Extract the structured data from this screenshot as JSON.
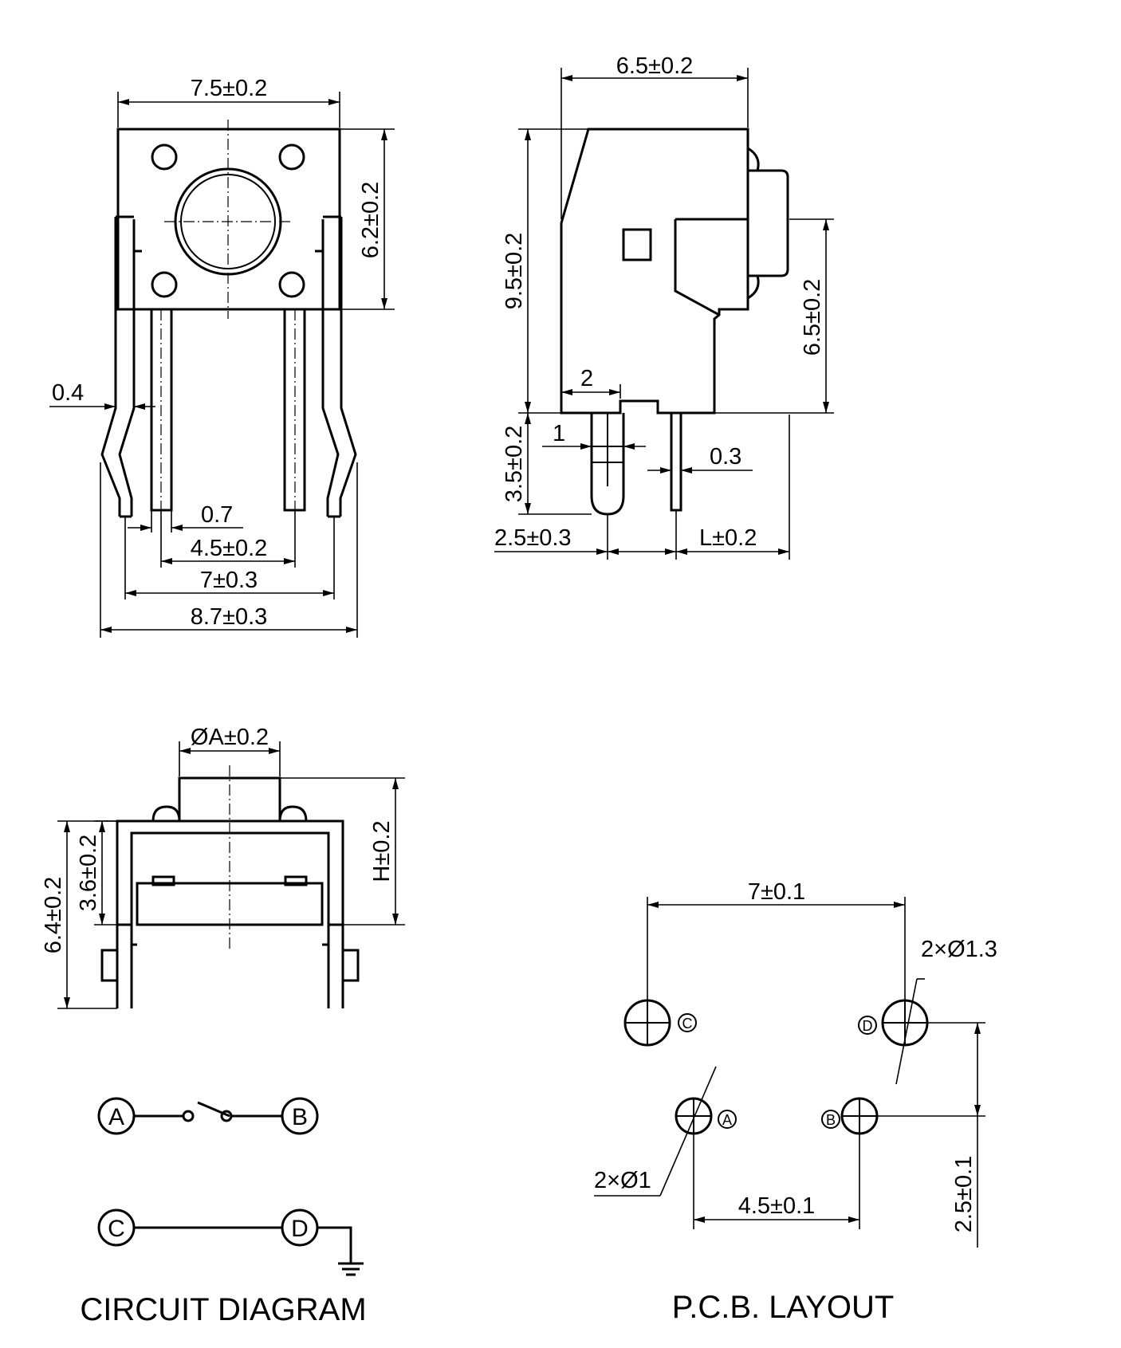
{
  "front_view": {
    "width": "7.5±0.2",
    "height": "6.2±0.2",
    "lead_thickness": "0.4",
    "lead_width": "0.7",
    "inner_pitch": "4.5±0.2",
    "outer_pitch": "7±0.3",
    "overall_width": "8.7±0.3"
  },
  "side_view": {
    "depth": "6.5±0.2",
    "body_height": "9.5±0.2",
    "actuator_height": "6.5±0.2",
    "step": "2",
    "lead_width": "1",
    "lead_thickness": "0.3",
    "lead_length": "3.5±0.2",
    "lead_offset": "2.5±0.3",
    "l_dim": "L±0.2"
  },
  "bottom_view": {
    "actuator_dia": "ØA±0.2",
    "actuator_height": "H±0.2",
    "body_height": "3.6±0.2",
    "overall_height": "6.4±0.2"
  },
  "circuit": {
    "title": "CIRCUIT DIAGRAM",
    "terminals": [
      "A",
      "B",
      "C",
      "D"
    ]
  },
  "pcb": {
    "title": "P.C.B. LAYOUT",
    "outer_pitch": "7±0.1",
    "large_hole": "2×Ø1.3",
    "small_hole": "2×Ø1",
    "inner_pitch": "4.5±0.1",
    "row_pitch": "2.5±0.1",
    "pad_labels": [
      "A",
      "B",
      "C",
      "D"
    ]
  }
}
